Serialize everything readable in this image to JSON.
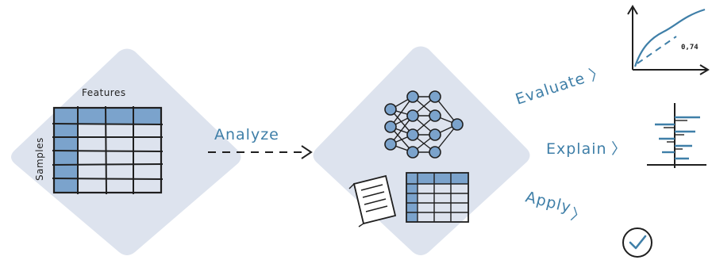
{
  "input_table": {
    "column_header": "Features",
    "row_header": "Samples"
  },
  "arrow_label": "Analyze",
  "outputs": [
    {
      "label": "Evaluate",
      "arrow": "〉"
    },
    {
      "label": "Explain",
      "arrow": "〉"
    },
    {
      "label": "Apply",
      "arrow": "〉"
    }
  ],
  "evaluate_chart": {
    "score_label": "0,74"
  },
  "colors": {
    "diamond_fill": "#dde3ee",
    "accent_blue": "#7ba3cc",
    "label_blue": "#3f7fa8",
    "ink": "#1f1f1f"
  }
}
